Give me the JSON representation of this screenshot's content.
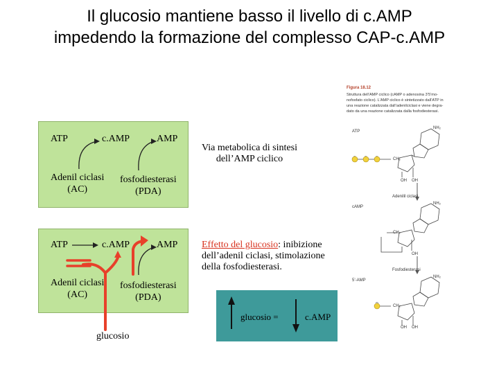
{
  "slide": {
    "title_line1": "Il glucosio mantiene basso il livello di c.AMP",
    "title_line2": "impedendo la formazione del complesso CAP-c.AMP"
  },
  "pathway": {
    "atp": "ATP",
    "camp": "c.AMP",
    "amp": "AMP",
    "ac_line1": "Adenil ciclasi",
    "ac_line2": "(AC)",
    "pda_line1": "fosfodiesterasi",
    "pda_line2": "(PDA)",
    "description_line1": "Via metabolica di sintesi",
    "description_line2": "dell’AMP ciclico"
  },
  "effect": {
    "atp": "ATP",
    "camp": "c.AMP",
    "amp": "AMP",
    "ac_line1": "Adenil ciclasi",
    "ac_line2": "(AC)",
    "pda_line1": "fosfodiesterasi",
    "pda_line2": "(PDA)",
    "glucose": "glucosio",
    "heading": "Effetto del glucosio",
    "text_line1_tail": ": inibizione",
    "text_line2": "dell’adenil ciclasi, stimolazione",
    "text_line3": "della fosfodiesterasi."
  },
  "relation": {
    "glucose": "glucosio =",
    "camp": "c.AMP"
  },
  "figure": {
    "number": "Figura 18.12",
    "caption_line1": "Struttura dell’AMP ciclico (cAMP o adenosina 3’5’mo-",
    "caption_line2": "nofosfato ciclico). L’AMP ciclico è sintetizzato dall’ATP in",
    "caption_line3": "una reazione catalizzata dall’adenilciclasi e viene degra-",
    "caption_line4": "dato da una reazione catalizzata dalla fosfodiesterasi.",
    "label_atp": "ATP",
    "label_camp": "cAMP",
    "label_5amp": "5’-AMP",
    "enzyme_ac": "Adenilil ciclasi",
    "enzyme_pda": "Fosfodiesterasi",
    "nh2": "NH₂",
    "p": "P",
    "oh": "OH",
    "ch2": "CH₂"
  },
  "colors": {
    "box_green": "#bfe39a",
    "arrow_red": "#e8402a",
    "heading_red": "#d7321e",
    "relation_teal": "#3e9a9a",
    "phosphate_yellow": "#f2d23c"
  }
}
